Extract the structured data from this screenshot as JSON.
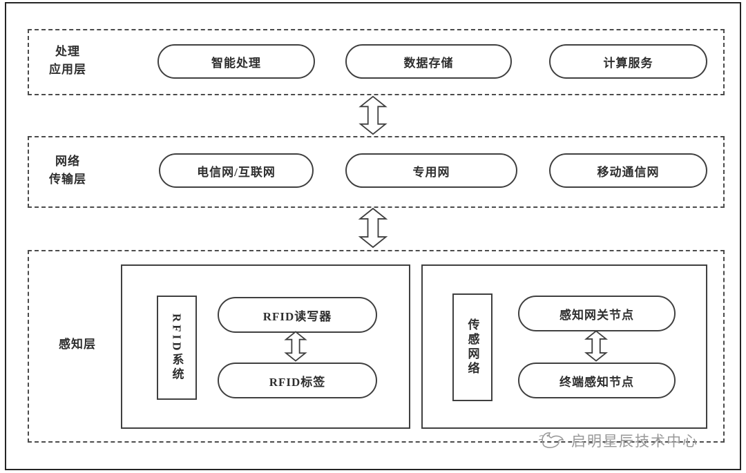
{
  "diagram": {
    "layers": [
      {
        "label_lines": [
          "处理",
          "应用层"
        ],
        "nodes": [
          "智能处理",
          "数据存储",
          "计算服务"
        ]
      },
      {
        "label_lines": [
          "网络",
          "传输层"
        ],
        "nodes": [
          "电信网/互联网",
          "专用网",
          "移动通信网"
        ]
      },
      {
        "label": "感知层",
        "groups": [
          {
            "side_label": "RFID系统",
            "top": "RFID读写器",
            "bottom": "RFID标签"
          },
          {
            "side_label": "传感网络",
            "top": "感知网关节点",
            "bottom": "终端感知节点"
          }
        ]
      }
    ],
    "watermark": "启明星辰技术中心"
  },
  "icons": {
    "connector": "double-vertical-arrow",
    "watermark_logo": "bird-swirl-logo"
  },
  "colors": {
    "line": "#3f3f3f",
    "dashed_border": "#4a4a4a",
    "watermark_gray": "#999999",
    "background": "#ffffff"
  }
}
